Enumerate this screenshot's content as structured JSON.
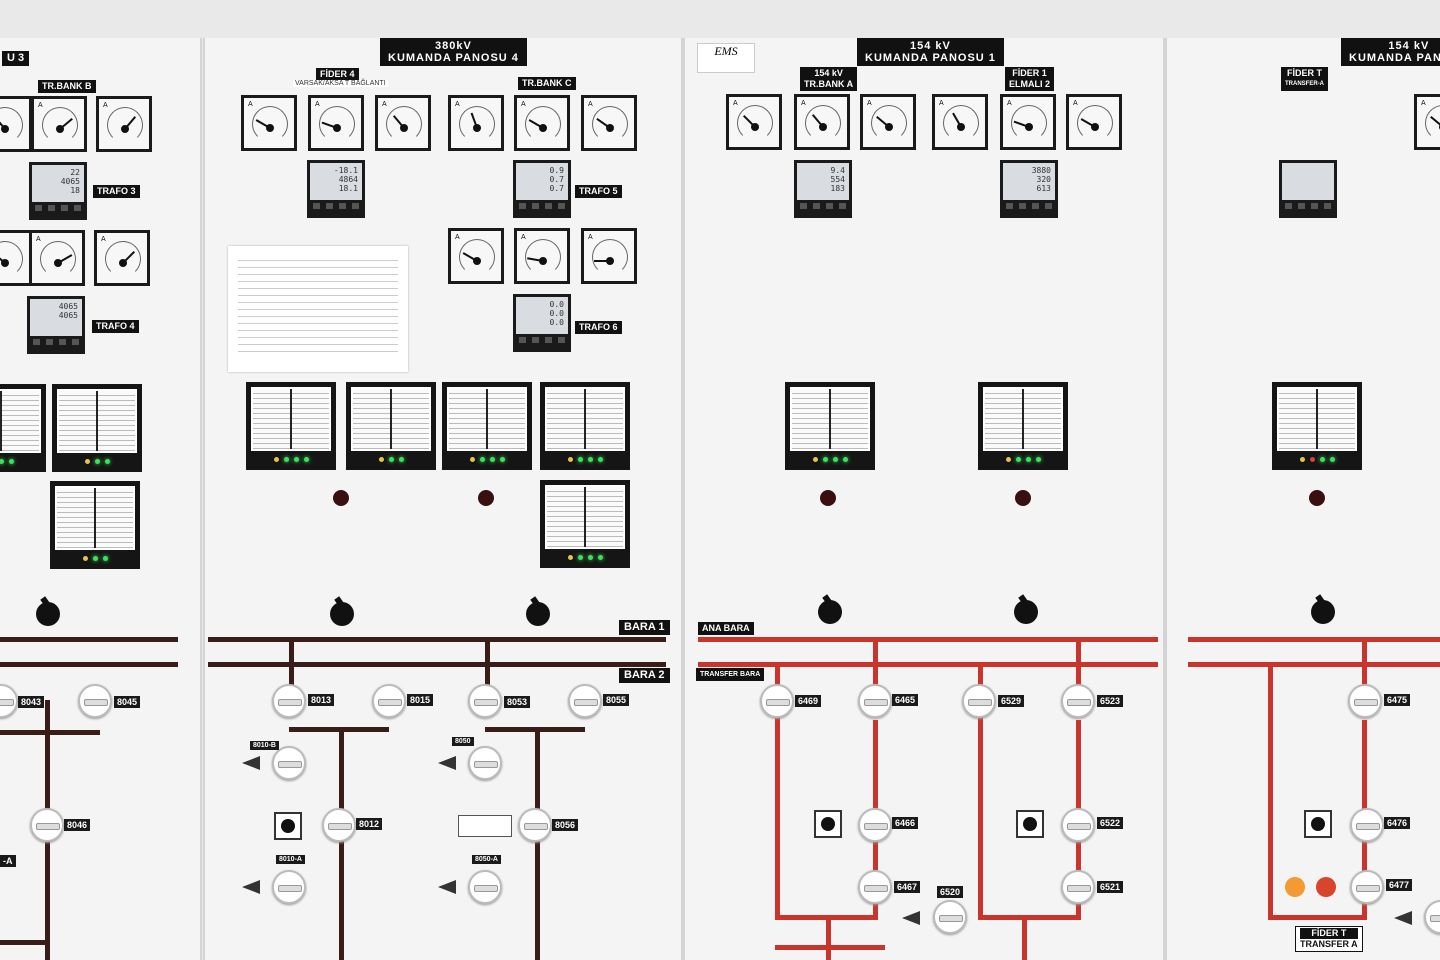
{
  "panels": {
    "p1": {
      "partial_title": "U  3",
      "fider_labels": [
        "TR.BANK B",
        "TRAFO 3",
        "TRAFO 4"
      ],
      "disconnectors": [
        "8043",
        "8045",
        "8046"
      ],
      "partial_tag": "-A"
    },
    "p2": {
      "title_line1": "380kV",
      "title_line2": "KUMANDA   PANOSU   4",
      "fider": "FİDER 4",
      "fider_sub": "VARSAK/AKSA T BAĞLANTI",
      "trbank": "TR.BANK C",
      "trafo5": "TRAFO 5",
      "trafo6": "TRAFO 6",
      "bara1": "BARA 1",
      "bara2": "BARA 2",
      "disconnectors": [
        "8013",
        "8015",
        "8053",
        "8055",
        "8012",
        "8056"
      ],
      "earth_tags": [
        "8010-B",
        "8050",
        "8010-A",
        "8050-A"
      ],
      "digital1": [
        "-18.1",
        "4864",
        "18.1"
      ],
      "digital2": [
        "0.9",
        "0.7",
        "0.7"
      ],
      "digital3": [
        "0.0",
        "0.0",
        "0.0"
      ]
    },
    "p3": {
      "logo": "EMS",
      "title_line1": "154 kV",
      "title_line2": "KUMANDA   PANOSU   1",
      "trbank_line1": "154 kV",
      "trbank_line2": "TR.BANK A",
      "fider_line1": "FİDER 1",
      "fider_line2": "ELMALI 2",
      "ana_bara": "ANA BARA",
      "transfer_bara": "TRANSFER BARA",
      "disconnectors": [
        "6469",
        "6465",
        "6529",
        "6523",
        "6466",
        "6522",
        "6467",
        "6521",
        "6520"
      ],
      "digital1": [
        "9.4",
        "554",
        "183"
      ],
      "digital2": [
        "3880",
        "320",
        "613"
      ]
    },
    "p4": {
      "title_line1": "154 kV",
      "title_line2": "KUMANDA   PANOSU",
      "fider": "FİDER T",
      "fider_sub": "TRANSFER-A",
      "disconnectors": [
        "6475",
        "6476",
        "6477"
      ],
      "bottom_line1": "FİDER T",
      "bottom_line2": "TRANSFER A"
    }
  },
  "colors": {
    "dark_bus": "#3a1d18",
    "red_bus": "#c9352c",
    "led_green": "#3be25a"
  }
}
